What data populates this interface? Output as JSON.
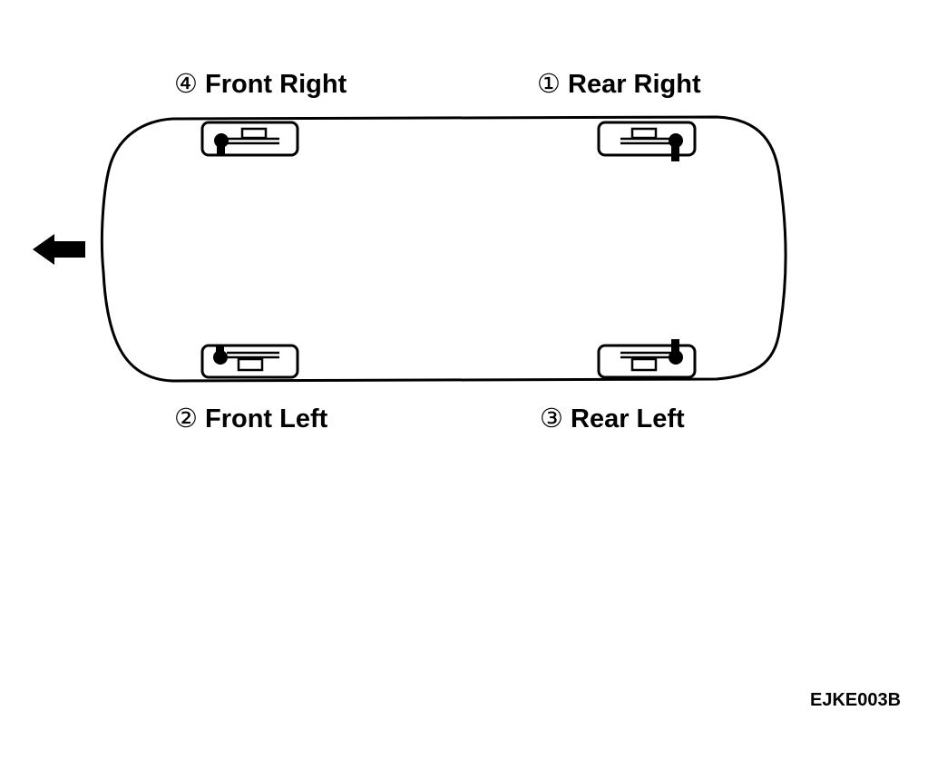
{
  "labels": {
    "front_right": {
      "num": "④",
      "text": "Front Right"
    },
    "rear_right": {
      "num": "①",
      "text": "Rear Right"
    },
    "front_left": {
      "num": "②",
      "text": "Front Left"
    },
    "rear_left": {
      "num": "③",
      "text": "Rear Left"
    }
  },
  "figure_code": "EJKE003B",
  "icons": {
    "direction_arrow": "arrow-left-icon",
    "wheel": "wheel-sensor-icon"
  },
  "colors": {
    "ink": "#000000",
    "background": "#ffffff"
  }
}
